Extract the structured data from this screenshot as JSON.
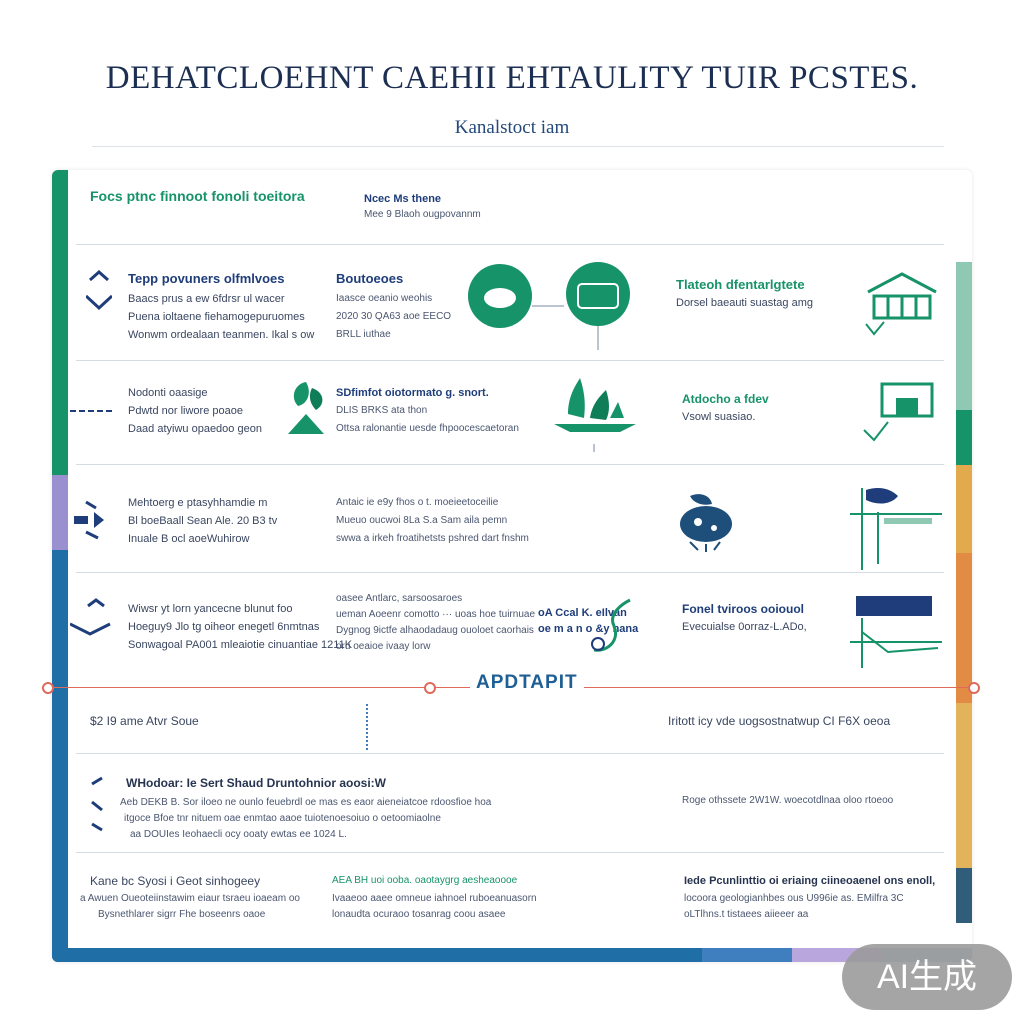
{
  "header": {
    "title": "DEHATCLOEHNT CAEHII EHTAULITY TUIR PCSTES.",
    "subtitle": "Kanalstoct iam"
  },
  "section_header": {
    "left_heading": "Focs ptnc finnoot fonoli toeitora",
    "right_title": "Ncec Ms thene",
    "right_sub": "Mee 9 Blaoh ougpovannm"
  },
  "rows": [
    {
      "heading": "Tepp povuners olfmlvoes",
      "lines": [
        "Baacs prus a ew 6fdrsr ul wacer",
        "Puena ioltaene fiehamogepuruomes",
        "Wonwm ordealaan teanmen. Ikal s ow"
      ],
      "mid_heading": "Boutoeoes",
      "mid_lines": [
        "Iaasce oeanio weohis",
        "2020 30 QA63 aoe EECO",
        "BRLL iuthae"
      ],
      "right_heading": "Tlateoh dfentarlgtete",
      "right_sub": "Dorsel baeauti suastag amg"
    },
    {
      "lines": [
        "Nodonti oaasige",
        "Pdwtd nor liwore poaoe",
        "Daad atyiwu opaedoo geon"
      ],
      "mid_heading": "SDfimfot oiotormato g. snort.",
      "mid_lines": [
        "DLIS BRKS ata thon",
        "Ottsa ralonantie uesde fhpoocescaetoran"
      ],
      "right_heading": "Atdocho a fdev",
      "right_sub": "Vsowl suasiao."
    },
    {
      "lines": [
        "Mehtoerg e ptasyhhamdie m",
        "Bl boeBaall Sean Ale. 20 B3 tv",
        "Inuale B ocl aoeWuhirow"
      ],
      "mid_lines": [
        "Antaic ie e9y fhos o t. moeieetoceilie",
        "Mueuo oucwoi 8La S.a Sam aila pemn",
        "swwa a irkeh froatihetsts pshred dart fnshm"
      ]
    },
    {
      "lines": [
        "Wiwsr yt lorn yancecne blunut foo",
        "Hoeguy9 Jlo tg oiheor enegetl 6nmtnas",
        "Sonwagoal PA001 mleaiotie cinuantiae 1211K"
      ],
      "mid_lines": [
        "oasee Antlarc,    sarsoosaroes",
        "ueman Aoeenr comotto ··· uoas hoe tuirnuae",
        "Dygnog 9ictfe alhaodadaug ouoloet caorhais",
        "oru oeaioe ivaay lorw"
      ],
      "mid_right_lines": [
        "oA Ccal K. eIlvan",
        "oe m  a  n o  &y  nana"
      ],
      "right_heading": "Fonel tviroos ooiouol",
      "right_sub": "Evecuialse 0orraz-L.ADo,"
    }
  ],
  "divider_label": "APDTAPIT",
  "lower": {
    "left": "$2 I9 ame Atvr Soue",
    "right": "Iritott icy vde uogsostnatwup    CI   F6X oeoa",
    "row2_heading": "WHodoar: Ie Sert Shaud Druntohnior aoosi:W",
    "row2_lines": [
      "Aeb DEKB B. Sor iloeo ne ounlo feuebrdl oe mas es eaor aieneiatcoe rdoosfioe hoa",
      "itgoce Bfoe tnr nituem oae enmtao aaoe tuiotenoesoiuo o oetoomiaolne",
      "aa DOUIes Ieohaecli ocy ooaty ewtas  ee  1024 L."
    ],
    "row2_right": "Roge othssete 2W1W.     woecotdlnaa       oloo rtoeoo",
    "row3_heading": "Kane bc Syosi i Geot sinhogeey",
    "row3_lines": [
      "a Awuen Oueoteiinstawim eiaur tsraeu ioaeam oo",
      "Bysnethlarer sigrr Fhe boseenrs oaoe"
    ],
    "row3_mid": [
      "AEA BH uoi ooba. oaotaygrg aesheaoooe",
      "Ivaaeoo aaee omneue iahnoel ruboeanuasorn",
      "lonaudta ocuraoo tosanrag coou asaee"
    ],
    "row3_right_heading": "Iede   Pcunlinttio oi eriaing ciineoaenel ons enoll,",
    "row3_right_lines": [
      "locoora geologianhbes  ous U996ie as.  EMilfra 3C",
      "oLTlhns.t               tistaees aiieeer  aa"
    ]
  },
  "badge": "AI生成"
}
